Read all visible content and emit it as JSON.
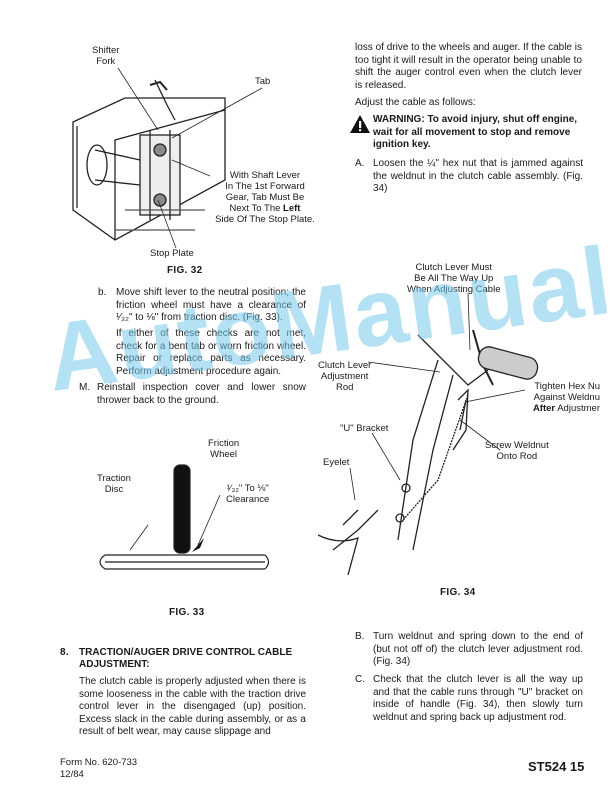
{
  "fig32": {
    "label_shifter": "Shifter\nFork",
    "label_tab": "Tab",
    "label_shaft_1": "With Shaft Lever",
    "label_shaft_2": "In The 1st Forward",
    "label_shaft_3": "Gear, Tab Must Be",
    "label_shaft_4a": "Next To The ",
    "label_shaft_4b": "Left",
    "label_shaft_5": "Side Of The Stop Plate.",
    "label_stop": "Stop Plate",
    "caption": "FIG. 32"
  },
  "left_col": {
    "item_b_marker": "b.",
    "item_b_text": "Move shift lever to the neutral position; the friction wheel must have a clearance of ¹⁄₃₂\" to ⅛\" from traction disc. (Fig. 33).",
    "item_b_cont": "If either of these checks are not met, check for a bent tab or worn friction wheel. Repair or replace parts as necessary. Perform adjustment procedure again.",
    "item_m_marker": "M.",
    "item_m_text": "Reinstall inspection cover and lower snow thrower back to the ground."
  },
  "fig33": {
    "label_friction": "Friction\nWheel",
    "label_traction": "Traction\nDisc",
    "label_clearance": "¹⁄₃₂\" To ⅛\"\nClearance",
    "caption": "FIG. 33"
  },
  "section8": {
    "heading_num": "8.",
    "heading_1": "TRACTION/AUGER DRIVE CONTROL CABLE",
    "heading_2": "ADJUSTMENT:",
    "para": "The clutch cable is properly adjusted when there is some looseness in the cable with the traction drive control lever in the disengaged (up) position. Excess slack in the cable during assembly, or as a result of belt wear, may cause slippage and"
  },
  "right_col": {
    "cont_para": "loss of drive to the wheels and auger. If the cable is too tight it will result in the operator being unable to shift the auger control even when the clutch lever is released.",
    "adjust_intro": "Adjust the cable as follows:",
    "warning": "WARNING: To avoid injury, shut off engine, wait for all movement to stop and remove ignition key.",
    "item_a_marker": "A.",
    "item_a_text": "Loosen the ¼\" hex nut that is jammed against the weldnut in the clutch cable assembly. (Fig. 34)",
    "item_b_marker": "B.",
    "item_b_text": "Turn weldnut and spring down to the end of (but not off of) the clutch lever adjustment rod. (Fig. 34)",
    "item_c_marker": "C.",
    "item_c_text": "Check that the clutch lever is all the way up and that the cable runs through \"U\" bracket on inside of handle (Fig. 34), then slowly turn weldnut and spring back up adjustment rod."
  },
  "fig34": {
    "label_clutch_must": "Clutch Lever Must\nBe All The Way Up\nWhen Adjusting Cable",
    "label_rod": "Clutch Lever\nAdjustment\nRod",
    "label_tighten_1": "Tighten Hex Nu",
    "label_tighten_2": "Against Weldnu",
    "label_tighten_3a": "After",
    "label_tighten_3b": " Adjustmer",
    "label_ubracket": "\"U\" Bracket",
    "label_screw": "Screw Weldnut\nOnto Rod",
    "label_eyelet": "Eyelet",
    "caption": "FIG. 34"
  },
  "footer": {
    "form_no": "Form No. 620-733",
    "date": "12/84",
    "page": "ST524 15"
  },
  "watermark": "AutoManual"
}
